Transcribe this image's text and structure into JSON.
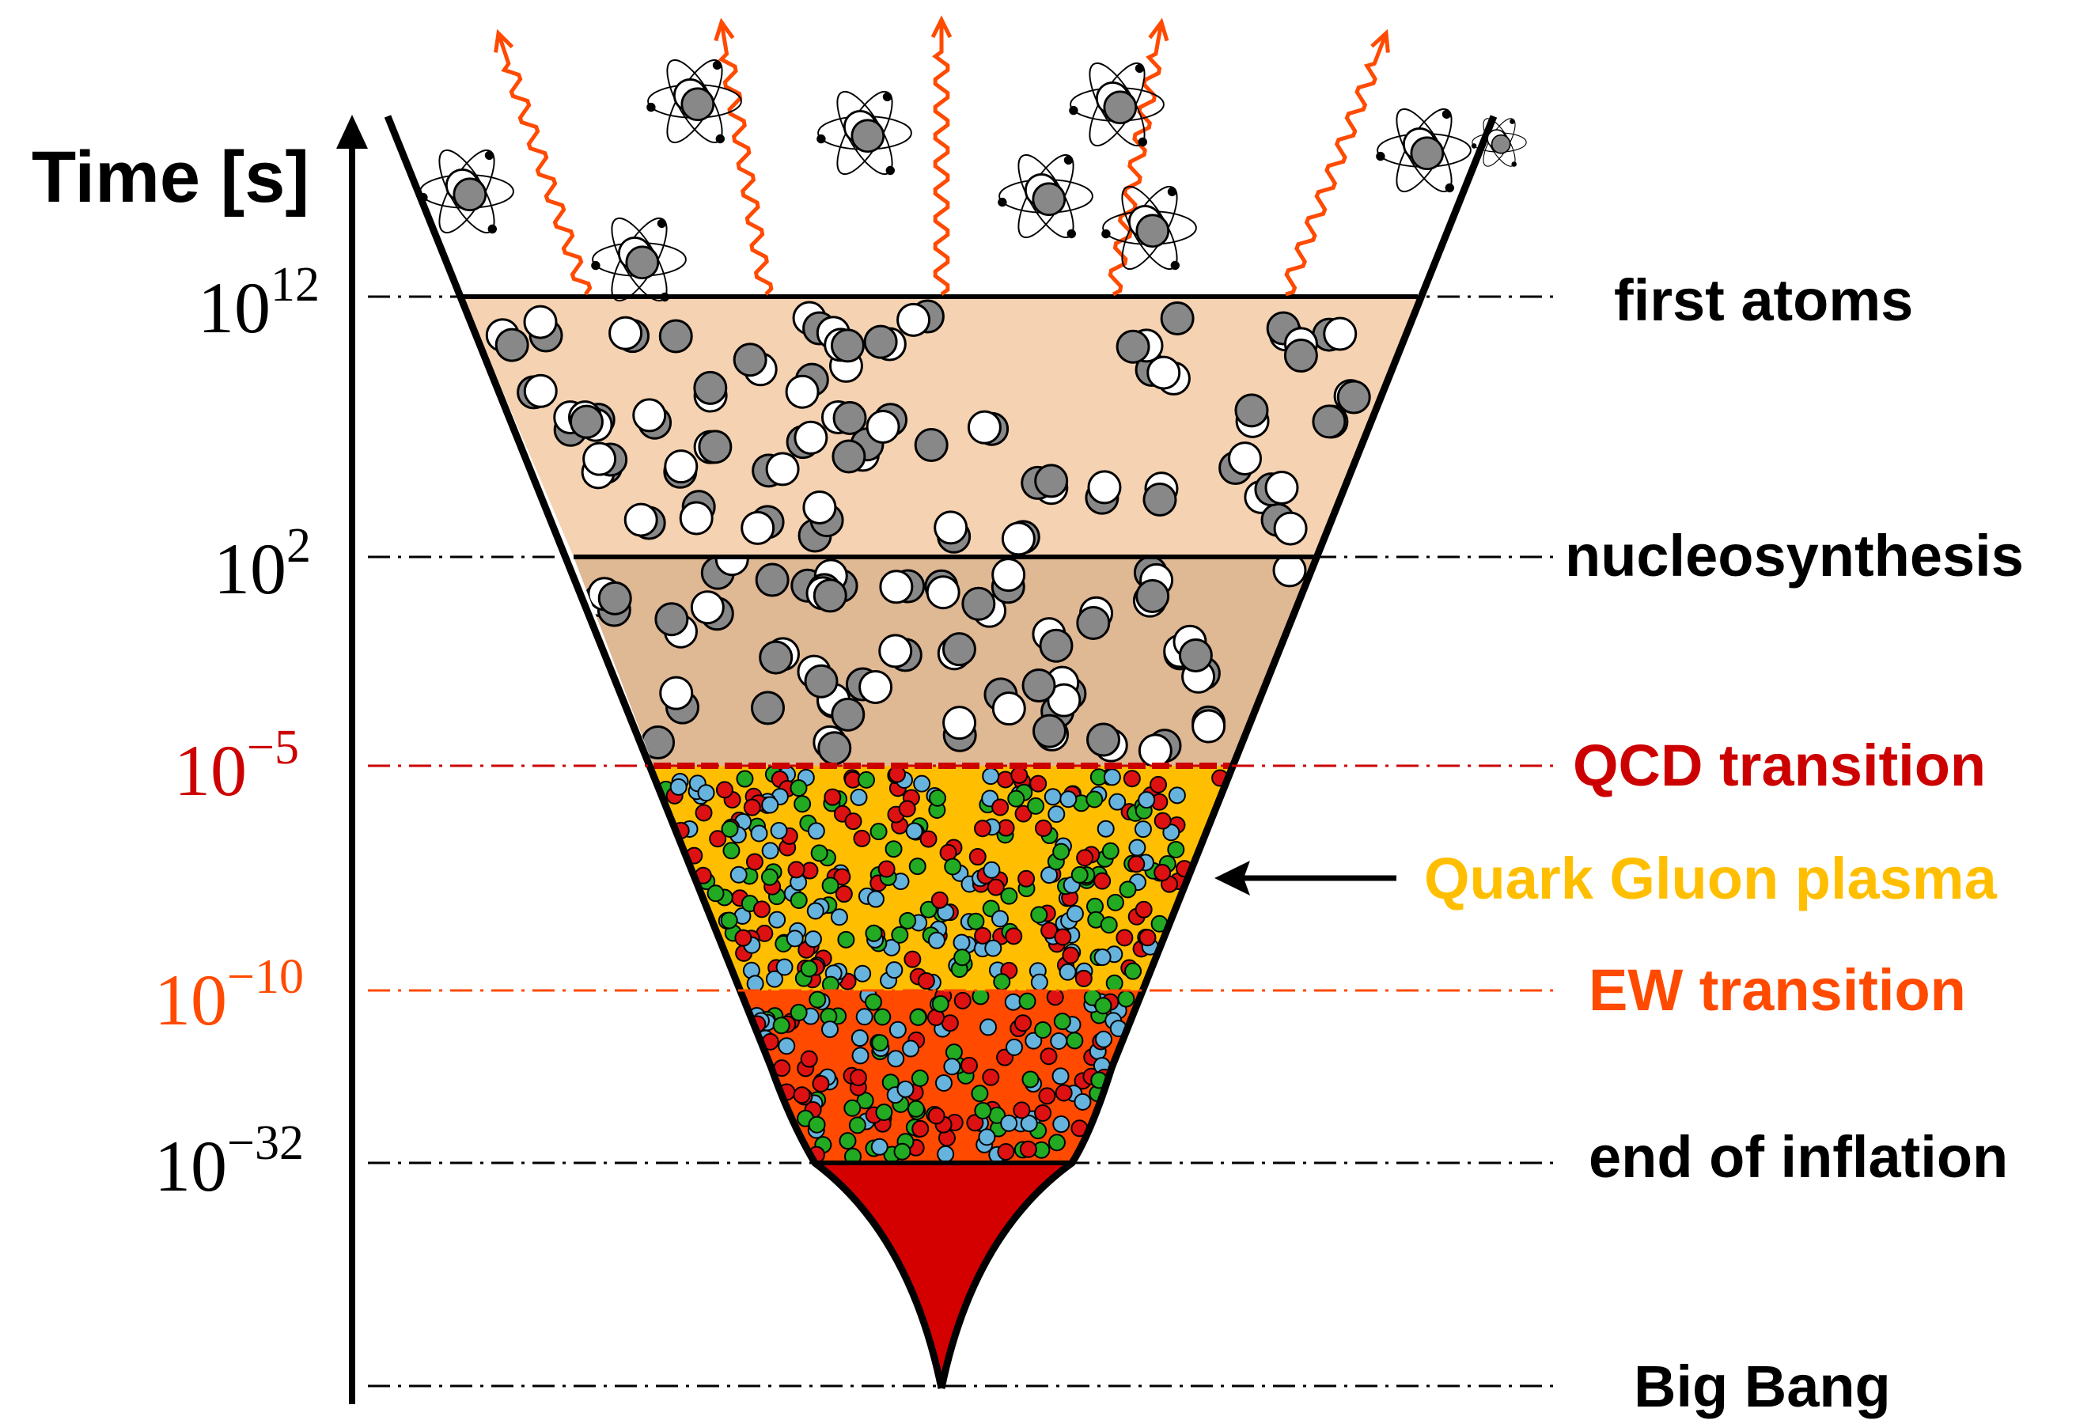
{
  "axis": {
    "title": "Time [s]"
  },
  "ticks": [
    {
      "mantissa": "10",
      "exponent": "12",
      "color": "#000000"
    },
    {
      "mantissa": "10",
      "exponent": "2",
      "color": "#000000"
    },
    {
      "mantissa": "10",
      "exponent": "−5",
      "color": "#cc0000"
    },
    {
      "mantissa": "10",
      "exponent": "−10",
      "color": "#ff4a00"
    },
    {
      "mantissa": "10",
      "exponent": "−32",
      "color": "#000000"
    }
  ],
  "epochs": [
    {
      "label": "first atoms",
      "color": "#000000"
    },
    {
      "label": "nucleosynthesis",
      "color": "#000000"
    },
    {
      "label": "QCD transition",
      "color": "#cc0000"
    },
    {
      "label": "Quark Gluon plasma",
      "color": "#ffbf00"
    },
    {
      "label": "EW transition",
      "color": "#ff4a00"
    },
    {
      "label": "end of inflation",
      "color": "#000000"
    },
    {
      "label": "Big Bang",
      "color": "#000000"
    }
  ],
  "colors": {
    "atoms_band": "#f5d3b2",
    "nucleosynthesis_band": "#dfb894",
    "qgp_band": "#ffbf00",
    "ew_band": "#ff4a00",
    "inflation_region": "#d40000",
    "photon": "#ff4a00",
    "nucleon_grey": "#888888",
    "nucleon_white": "#ffffff",
    "quark_red": "#dd1111",
    "quark_green": "#22aa22",
    "quark_blue": "#66b3dd"
  },
  "icons": {
    "atom": "atom-icon",
    "photon": "photon-wave-icon",
    "arrow": "pointer-arrow-icon"
  }
}
